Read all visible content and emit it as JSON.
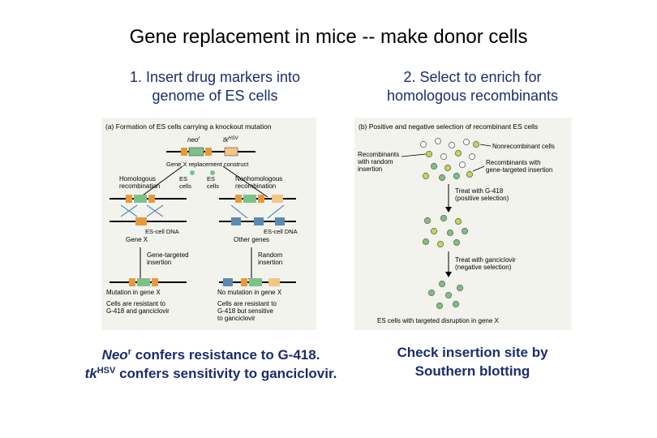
{
  "title": "Gene replacement in mice -- make donor cells",
  "left": {
    "heading_line1": "1. Insert drug markers into",
    "heading_line2": "genome of ES cells",
    "panel": {
      "caption": "(a)  Formation of ES cells carrying a knockout mutation",
      "neo_label": "neo",
      "neo_sup": "r",
      "tk_label": "tk",
      "tk_sup": "HSV",
      "construct_label": "Gene X replacement construct",
      "homologous_label": [
        "Homologous",
        "recombination"
      ],
      "nonhomologous_label": [
        "Nonhomologous",
        "recombination"
      ],
      "es_cells_left": [
        "ES",
        "cells"
      ],
      "es_cells_right": [
        "ES",
        "cells"
      ],
      "es_dna_left": "ES-cell DNA",
      "es_dna_right": "ES-cell DNA",
      "gene_x_label": "Gene X",
      "other_genes_label": "Other genes",
      "gene_targeted_label": [
        "Gene-targeted",
        "insertion"
      ],
      "random_label": [
        "Random",
        "insertion"
      ],
      "mutation_label": "Mutation in gene X",
      "no_mutation_label": "No mutation in gene X",
      "result_left": [
        "Cells are resistant to",
        "G-418 and ganciclovir"
      ],
      "result_right": [
        "Cells are resistant to",
        "G-418 but sensitive",
        "to ganciclovir"
      ]
    },
    "caption_line1_a": "Neo",
    "caption_line1_sup": "r",
    "caption_line1_b": " confers resistance to G-418.",
    "caption_line2_a": "tk",
    "caption_line2_sup": "HSV",
    "caption_line2_b": " confers sensitivity to ganciclovir."
  },
  "right": {
    "heading_line1": "2. Select to enrich for",
    "heading_line2": "homologous recombinants",
    "panel": {
      "caption": "(b)  Positive and negative selection of recombinant ES cells",
      "nonrecombinant_label": "Nonrecombinant cells",
      "random_recomb_label": [
        "Recombinants",
        "with random",
        "insertion"
      ],
      "targeted_recomb_label": [
        "Recombinants with",
        "gene-targeted insertion"
      ],
      "treat1_label": [
        "Treat with G-418",
        "(positive selection)"
      ],
      "treat2_label": [
        "Treat with ganciclovir",
        "(negative selection)"
      ],
      "final_label": "ES cells with targeted disruption in gene X"
    },
    "caption_line1": "Check insertion site by",
    "caption_line2": "Southern blotting"
  },
  "colors": {
    "heading": "#1a2d6b",
    "panel_bg": "#f3f3ee",
    "neo_green": "#7ec08a",
    "tk_orange": "#e79a3b",
    "other_blue": "#5b8bb0",
    "cell_yellow": "#c9d64a",
    "cell_green": "#7cc27c",
    "cell_empty": "#ffffff"
  }
}
